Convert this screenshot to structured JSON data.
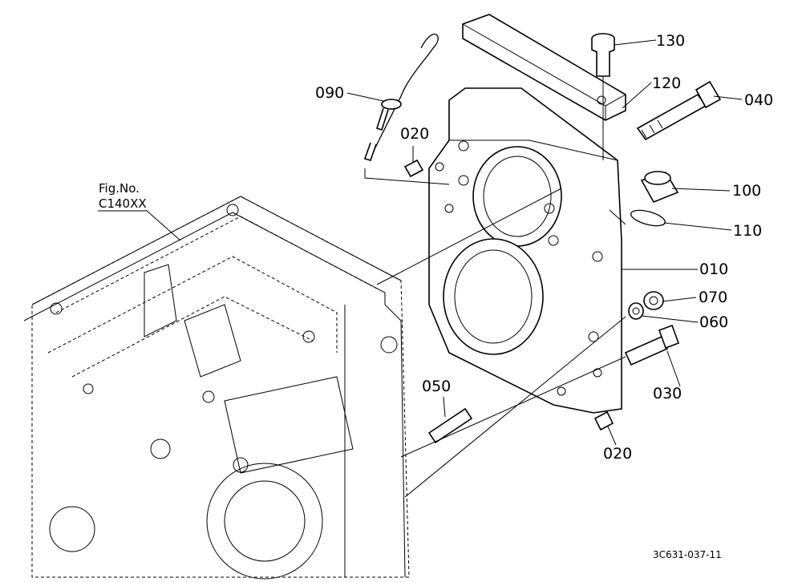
{
  "callouts": {
    "p130": "130",
    "p120": "120",
    "p040": "040",
    "p090": "090",
    "p020_top": "020",
    "p100": "100",
    "p110": "110",
    "p010": "010",
    "p070": "070",
    "p060": "060",
    "p030": "030",
    "p050": "050",
    "p020_bottom": "020"
  },
  "figure_ref": {
    "line1": "Fig.No.",
    "line2": "C140XX"
  },
  "drawing_code": "3C631-037-11"
}
